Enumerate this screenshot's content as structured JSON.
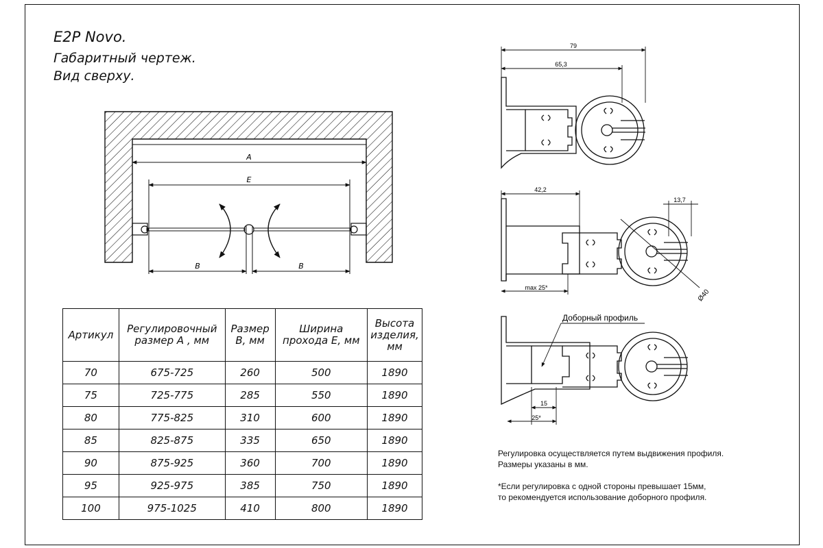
{
  "header": {
    "title": "E2P Novo.",
    "subtitle1": "Габаритный чертеж.",
    "subtitle2": "Вид сверху."
  },
  "plan": {
    "label_a": "A",
    "label_e": "E",
    "label_b_left": "B",
    "label_b_right": "B"
  },
  "profiles": {
    "dim_79": "79",
    "dim_65_3": "65,3",
    "dim_42_2": "42,2",
    "dim_13_7": "13,7",
    "dim_max25": "max 25*",
    "dim_diam40": "Ø40",
    "extra_profile_label": "Доборный профиль",
    "dim_15": "15",
    "dim_25": "25*"
  },
  "table": {
    "headers": {
      "article": "Артикул",
      "adjust_1": "Регулировочный",
      "adjust_2": "размер А , мм",
      "size_1": "Размер",
      "size_2": "В, мм",
      "width_1": "Ширина",
      "width_2": "прохода Е, мм",
      "height_1": "Высота",
      "height_2": "изделия,",
      "height_3": "мм"
    },
    "rows": [
      {
        "article": "70",
        "adjust": "675-725",
        "size": "260",
        "width": "500",
        "height": "1890"
      },
      {
        "article": "75",
        "adjust": "725-775",
        "size": "285",
        "width": "550",
        "height": "1890"
      },
      {
        "article": "80",
        "adjust": "775-825",
        "size": "310",
        "width": "600",
        "height": "1890"
      },
      {
        "article": "85",
        "adjust": "825-875",
        "size": "335",
        "width": "650",
        "height": "1890"
      },
      {
        "article": "90",
        "adjust": "875-925",
        "size": "360",
        "width": "700",
        "height": "1890"
      },
      {
        "article": "95",
        "adjust": "925-975",
        "size": "385",
        "width": "750",
        "height": "1890"
      },
      {
        "article": "100",
        "adjust": "975-1025",
        "size": "410",
        "width": "800",
        "height": "1890"
      }
    ]
  },
  "notes": {
    "line1": "Регулировка осуществляется путем выдвижения профиля.",
    "line2": "Размеры указаны в мм.",
    "line3": "*Если регулировка с одной стороны превышает 15мм,",
    "line4": "то рекомендуется использование доборного профиля."
  }
}
